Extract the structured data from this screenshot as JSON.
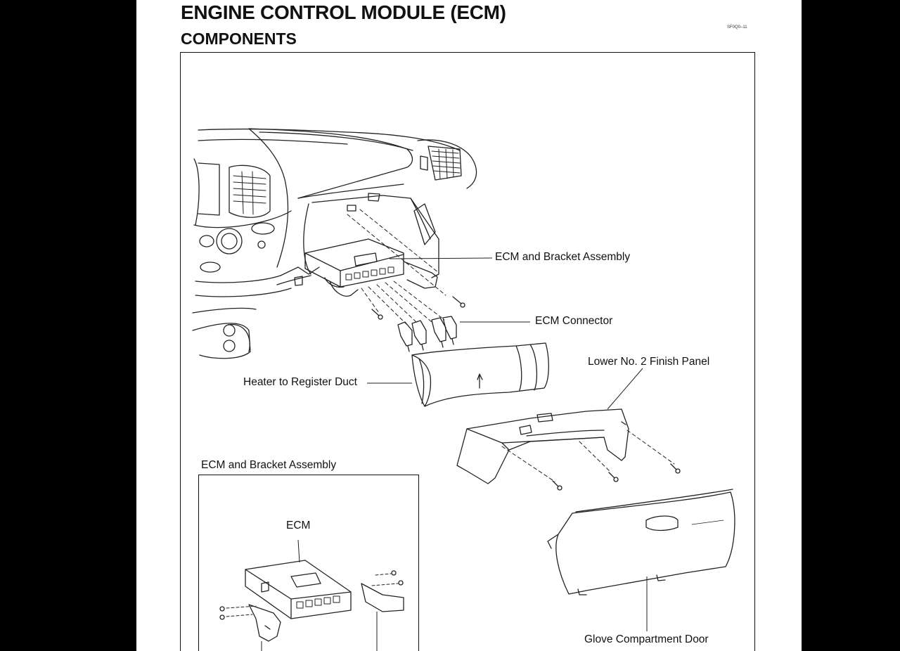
{
  "document": {
    "title": "ENGINE CONTROL MODULE (ECM)",
    "section": "COMPONENTS",
    "figure_code": "SF0Q0–11"
  },
  "callouts": {
    "ecm_bracket_assembly": "ECM and Bracket Assembly",
    "ecm_connector": "ECM Connector",
    "heater_register_duct": "Heater to Register Duct",
    "lower_finish_panel": "Lower No. 2 Finish Panel",
    "glove_compartment_door": "Glove Compartment Door"
  },
  "inset": {
    "title": "ECM and Bracket Assembly",
    "ecm_label": "ECM"
  }
}
